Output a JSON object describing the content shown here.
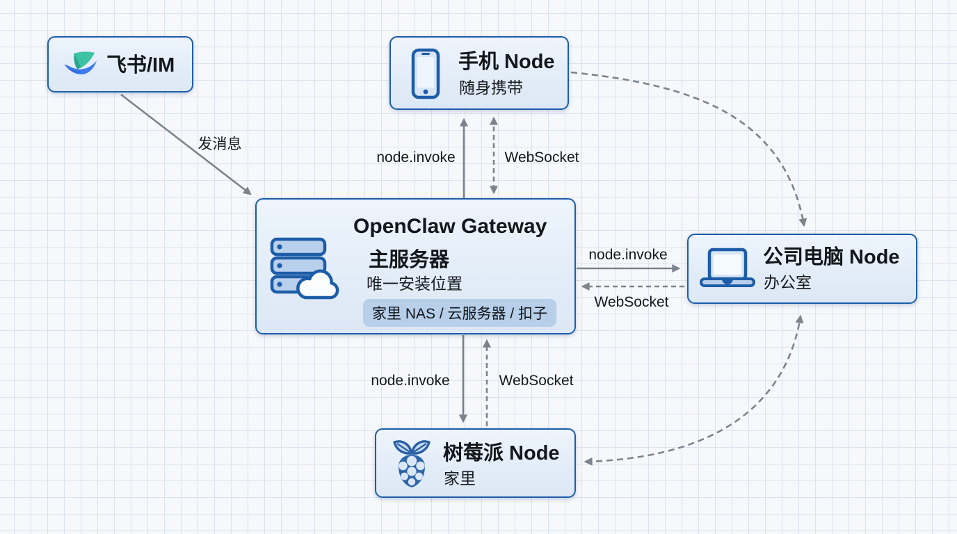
{
  "diagram": {
    "colors": {
      "background": "#f6f8fb",
      "grid_line": "#dbe3ee",
      "node_border": "#1d5ca8",
      "node_fill": "#e6eff8",
      "badge_fill": "#b7cfe9",
      "arrow": "#7c838c",
      "text": "#14171c"
    },
    "nodes": {
      "feishu": {
        "title": "飞书/IM",
        "icon": "feishu-logo-icon"
      },
      "phone": {
        "title": "手机 Node",
        "subtitle": "随身携带",
        "icon": "smartphone-icon"
      },
      "gateway": {
        "title": "OpenClaw Gateway",
        "subtitle": "主服务器",
        "note": "唯一安装位置",
        "badge": "家里 NAS / 云服务器 / 扣子",
        "icon": "server-cloud-icon"
      },
      "company": {
        "title": "公司电脑 Node",
        "subtitle": "办公室",
        "icon": "laptop-icon"
      },
      "raspberry": {
        "title": "树莓派 Node",
        "subtitle": "家里",
        "icon": "raspberry-pi-icon"
      }
    },
    "edges": {
      "feishu_to_gateway": {
        "label": "发消息",
        "style": "solid",
        "from": "feishu",
        "to": "gateway"
      },
      "gateway_to_phone": {
        "label": "node.invoke",
        "style": "solid",
        "from": "gateway",
        "to": "phone"
      },
      "phone_gateway_websocket": {
        "label": "WebSocket",
        "style": "dashed-bidirectional",
        "from": "phone",
        "to": "gateway"
      },
      "gateway_to_company": {
        "label": "node.invoke",
        "style": "solid",
        "from": "gateway",
        "to": "company"
      },
      "company_to_gateway_ws": {
        "label": "WebSocket",
        "style": "dashed",
        "from": "company",
        "to": "gateway"
      },
      "gateway_to_raspberry": {
        "label": "node.invoke",
        "style": "solid",
        "from": "gateway",
        "to": "raspberry"
      },
      "raspberry_to_gateway_ws": {
        "label": "WebSocket",
        "style": "dashed",
        "from": "raspberry",
        "to": "gateway"
      },
      "phone_to_company": {
        "style": "dashed-curve",
        "from": "phone",
        "to": "company"
      },
      "company_raspberry": {
        "style": "dashed-curve-bidirectional",
        "from": "company",
        "to": "raspberry"
      }
    }
  }
}
